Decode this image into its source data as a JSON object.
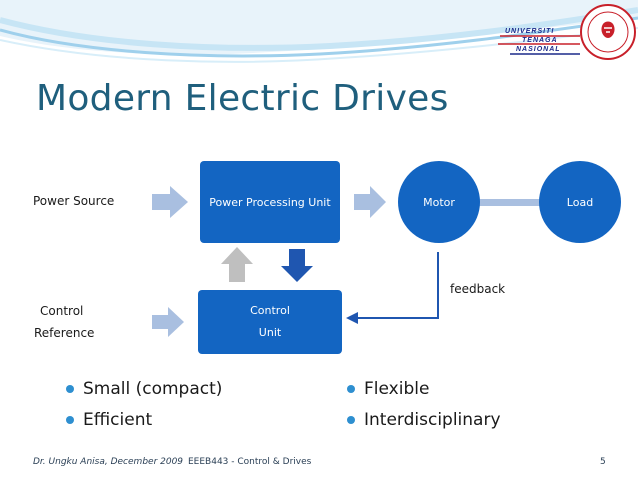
{
  "slide": {
    "title": "Modern Electric Drives",
    "logo": {
      "line1": "UNIVERSITI",
      "line2": "TENAGA",
      "line3": "NASIONAL"
    }
  },
  "diagram": {
    "power_source_label": "Power Source",
    "control_reference_line1": "Control",
    "control_reference_line2": "Reference",
    "ppu_label": "Power Processing Unit",
    "motor_label": "Motor",
    "load_label": "Load",
    "control_unit_line1": "Control",
    "control_unit_line2": "Unit",
    "feedback_label": "feedback"
  },
  "bullets_left": [
    "Small (compact)",
    "Efficient"
  ],
  "bullets_right": [
    "Flexible",
    "Interdisciplinary"
  ],
  "footer": {
    "author": "Dr. Ungku Anisa, December 2009",
    "course": "EEEB443 - Control & Drives",
    "page_number": "5"
  },
  "colors": {
    "box_blue": "#1365c2",
    "arrow_blue": "#a9bfe0",
    "arrow_gray": "#bfbfbf",
    "title": "#1f5f7d",
    "bullet": "#2e8fd0"
  },
  "icons": {
    "block_arrow": "block-arrow-right",
    "bullet": "bullet-dot-icon"
  }
}
